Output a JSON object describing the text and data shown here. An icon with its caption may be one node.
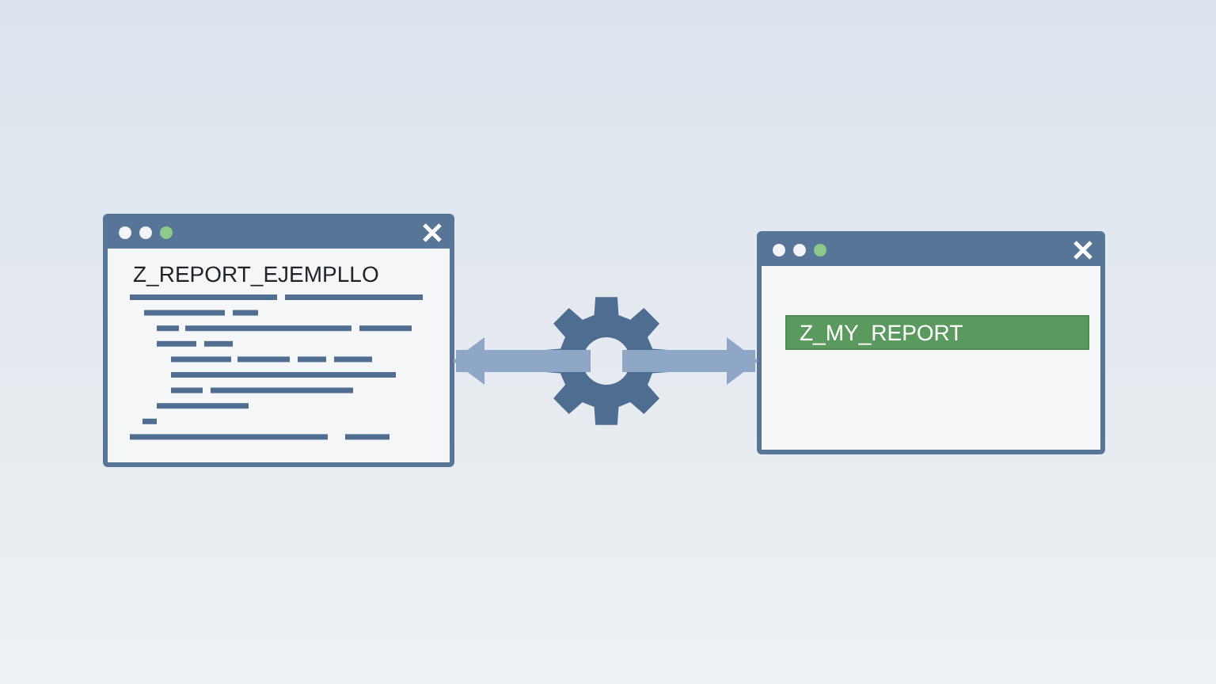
{
  "diagram": {
    "nodes": [
      {
        "text": [
          "Z_REPORT_EJEMPLLO"
        ]
      },
      {
        "text": [],
        "shape": "picture"
      },
      {
        "text": [],
        "shape": "box"
      },
      {
        "text": [
          "Z_MY_REPORT"
        ],
        "in": 2
      }
    ],
    "edges": [
      {
        "from": 1,
        "to": 0,
        "arrow": "to"
      },
      {
        "from": 1,
        "to": 2,
        "arrow": "to"
      }
    ]
  }
}
